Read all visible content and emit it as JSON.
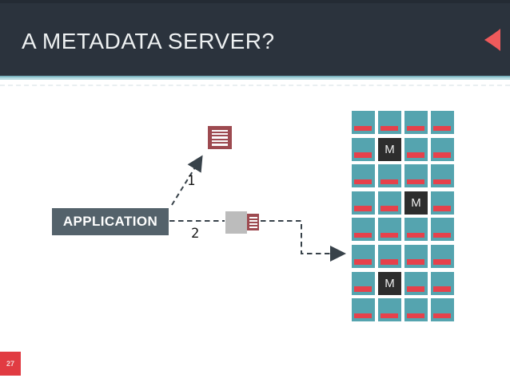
{
  "slide": {
    "title": "A METADATA SERVER?",
    "page_number": "27"
  },
  "diagram": {
    "application_label": "APPLICATION",
    "step1_label": "1",
    "step2_label": "2",
    "monitor_label": "M"
  },
  "grid": {
    "rows": 8,
    "cols": 4,
    "monitor_cells": [
      {
        "row": 2,
        "col": 2
      },
      {
        "row": 4,
        "col": 3
      },
      {
        "row": 7,
        "col": 2
      }
    ]
  },
  "colors": {
    "header_bg": "#2b333d",
    "title_color": "#eef1f2",
    "accent_red": "#ee5a5b",
    "accent_teal_dark": "#7db4c0",
    "accent_teal_light": "#b6dce2",
    "slate_box": "#54626b",
    "maroon": "#9d4a50",
    "client_gray": "#bcbcbc",
    "teal_cell": "#55a4af",
    "red_bar": "#e6414b",
    "monitor_bg": "#2d2d2d",
    "dash": "#38424a",
    "badge_red": "#e13b42",
    "faint_line": "#e9eff1"
  }
}
